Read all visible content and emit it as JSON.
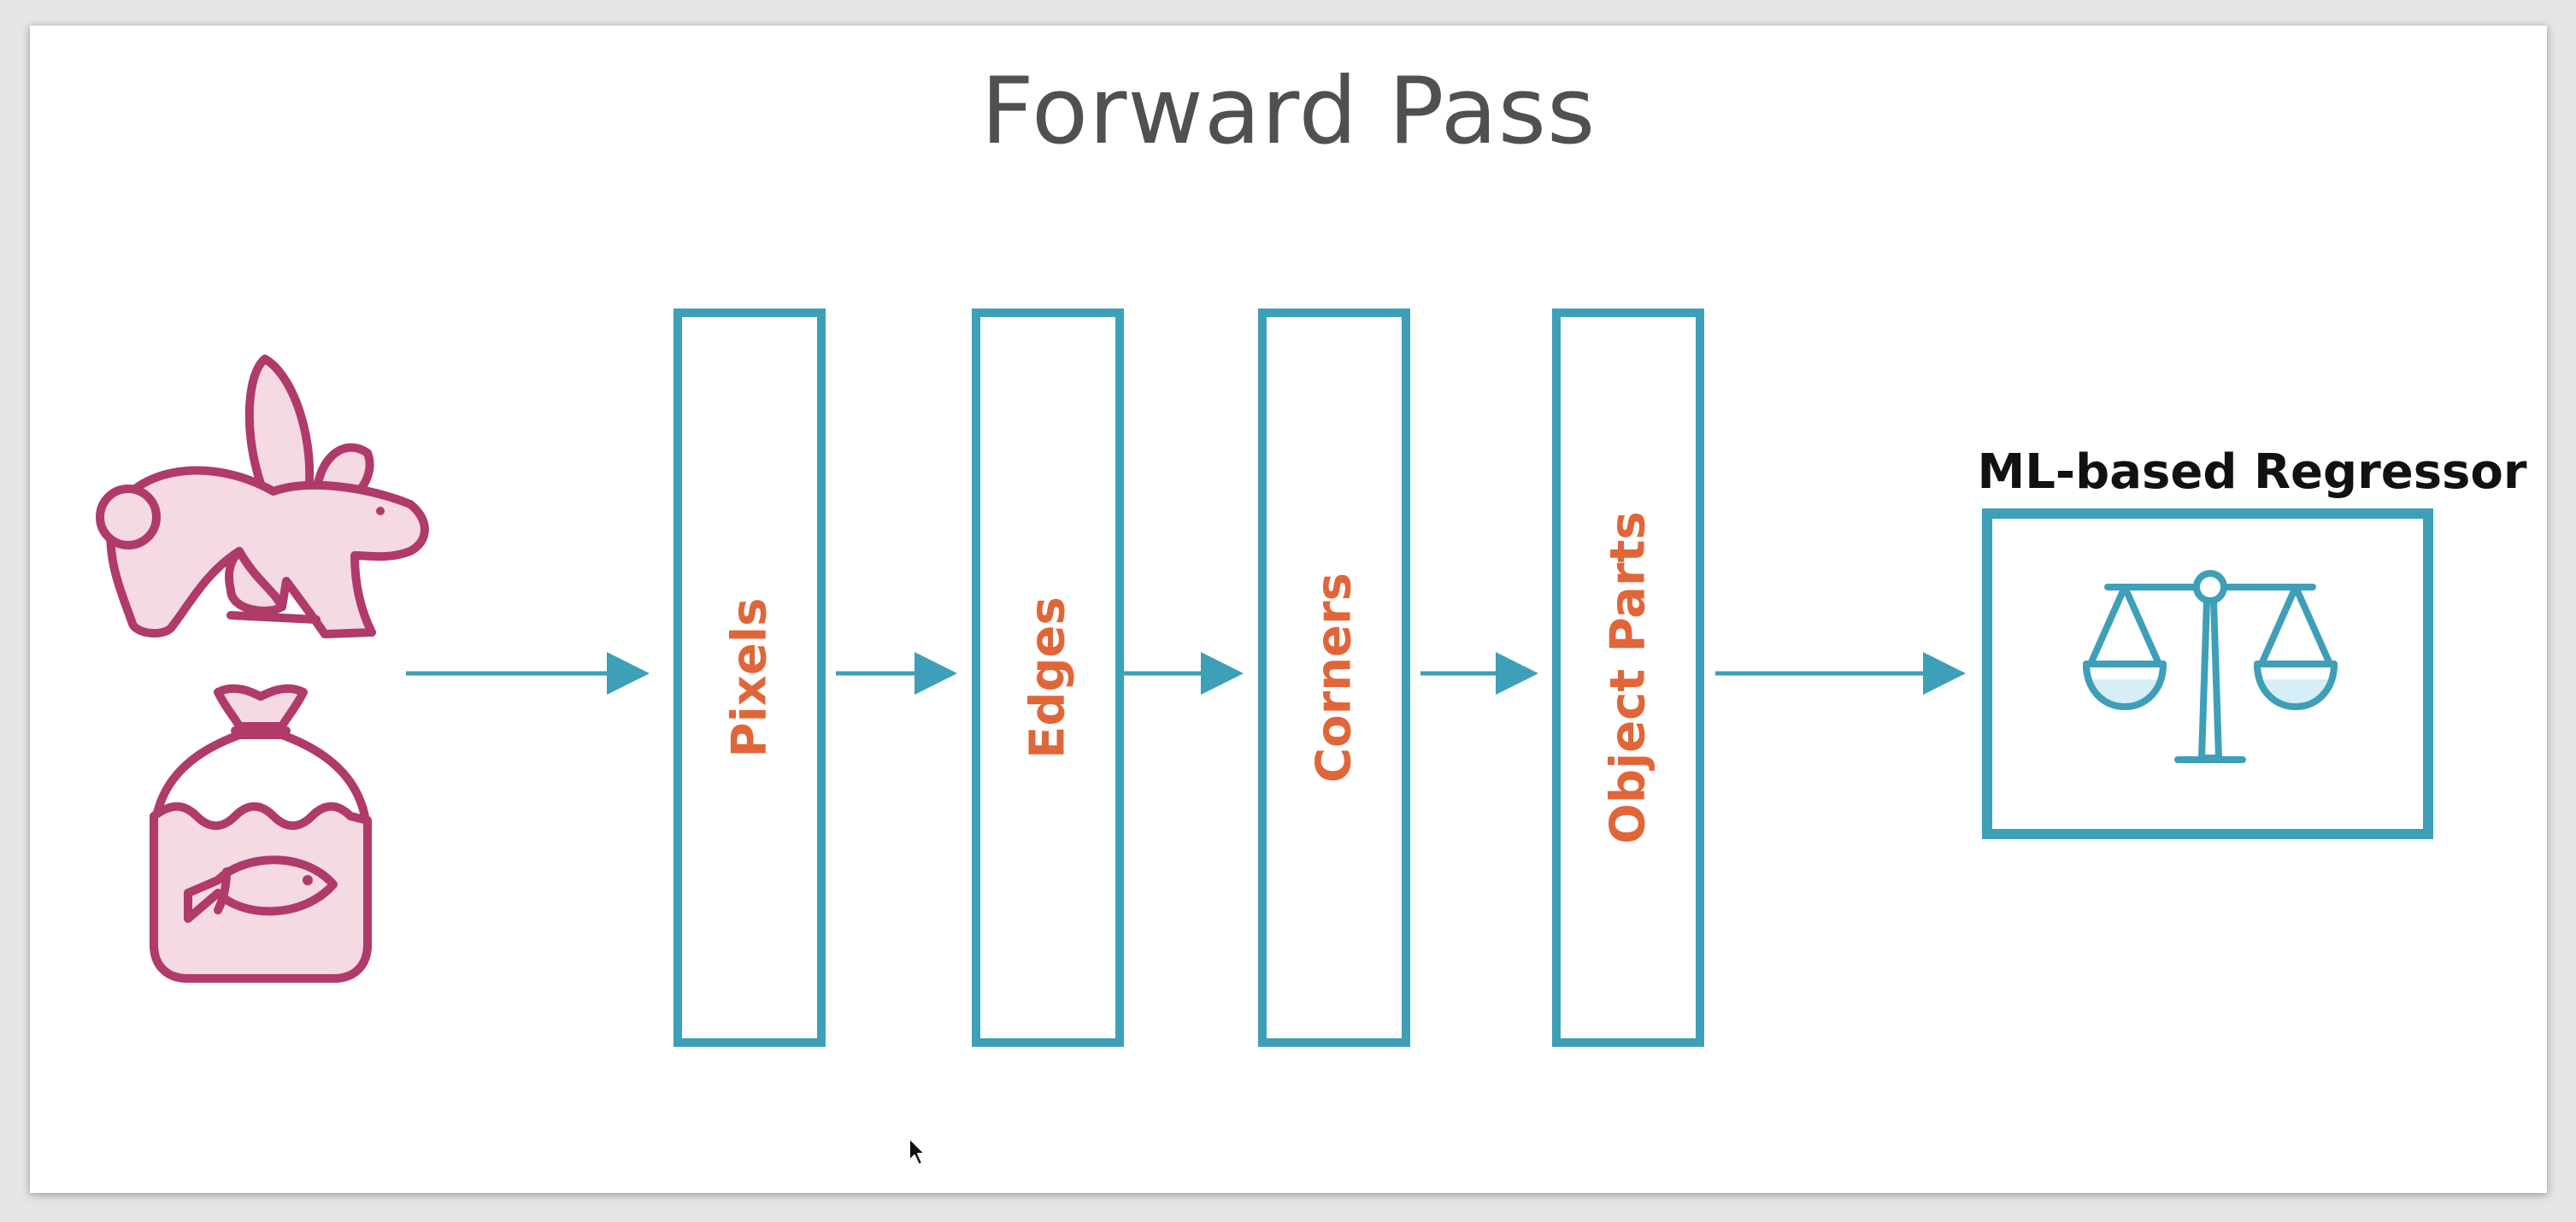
{
  "title": "Forward Pass",
  "layers": [
    {
      "label": "Pixels"
    },
    {
      "label": "Edges"
    },
    {
      "label": "Corners"
    },
    {
      "label": "Object Parts"
    }
  ],
  "regressor": {
    "title": "ML-based Regressor",
    "icon": "balance-scale-icon"
  },
  "inputs": [
    {
      "icon": "rabbit-icon"
    },
    {
      "icon": "fish-bowl-icon"
    }
  ],
  "colors": {
    "accent": "#3d9fb8",
    "layer_text": "#e06639",
    "input_icon": "#b03a6a",
    "input_fill": "#f5d9e3",
    "scale_fill": "#d6eef5",
    "title_text": "#505050"
  }
}
